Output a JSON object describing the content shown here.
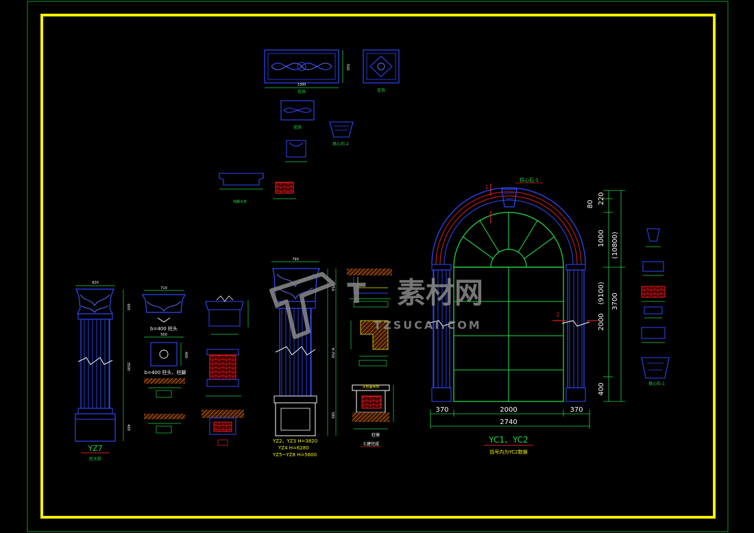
{
  "colors": {
    "background": "#000000",
    "frame": "#f5f000",
    "outline": "#3048ff",
    "dimension": "#22d84a",
    "text": "#ffffff",
    "accent_red": "#e02020",
    "watermark": "#8a8a8a"
  },
  "watermark": {
    "main": "素材网",
    "prefix": "T",
    "sub": "TZSUCAI.COM"
  },
  "top_panels": {
    "panel_large_width": "1300",
    "panel_large_height": "500",
    "panel_large_label": "花饰",
    "panel_square_label": "花饰",
    "panel_mid_label": "花饰",
    "keystone_small_label": "拱心石-2",
    "cap_block_label": "线脚大样"
  },
  "left_column": {
    "width": "620",
    "dim_top": "600",
    "dim_shaft": "3500",
    "dim_base": "400",
    "name": "YZ7",
    "caption": "柱大样"
  },
  "capital_detail": {
    "width": "719",
    "label": "b=400 柱头",
    "base_width": "500",
    "base_label": "b=400 柱头、柱脚",
    "base_height": "400"
  },
  "center_column": {
    "width": "790",
    "dim_top": "750",
    "dim_mid": "H-750",
    "dim_base": "580",
    "note_1": "YZ2、YZ3  H=3820",
    "note_2": "YZ4  H=6280",
    "note_3": "YZ5~YZ8  H=5600"
  },
  "pedestal_detail": {
    "note": "灰色面砖饰",
    "caption": "柱墩",
    "caption_2": "土建完成"
  },
  "arch_window": {
    "keystone_label": "拱心石-1",
    "section_mark_1": "1",
    "section_mark_2": "2",
    "dim_bottom_left": "370",
    "dim_bottom_mid": "2000",
    "dim_bottom_right": "370",
    "dim_bottom_total": "2740",
    "dim_h_1": "80",
    "dim_h_2": "220",
    "dim_h_3": "1000",
    "dim_h_4": "2000",
    "dim_h_5": "400",
    "dim_h_total_a": "3700",
    "dim_h_total_b": "(9100)",
    "dim_h_total_c": "(10800)",
    "title": "YC1、YC2",
    "subtitle": "括号内为YC2数据"
  },
  "right_details": {
    "keystone_label": "拱心石-1"
  }
}
